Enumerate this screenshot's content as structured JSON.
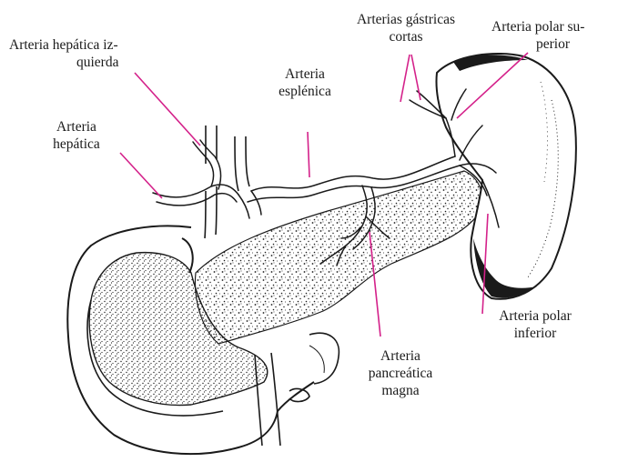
{
  "labels": {
    "arteria_hepatica_izquierda": [
      "Arteria hepática iz-",
      "quierda"
    ],
    "arteria_hepatica": [
      "Arteria",
      "hepática"
    ],
    "arteria_esplenica": [
      "Arteria",
      "esplénica"
    ],
    "arterias_gastricas_cortas": [
      "Arterias gástricas",
      "cortas"
    ],
    "arteria_polar_superior": [
      "Arteria polar su-",
      "perior"
    ],
    "arteria_polar_inferior": [
      "Arteria polar",
      "inferior"
    ],
    "arteria_pancreatica_magna": [
      "Arteria",
      "pancreática",
      "magna"
    ]
  },
  "colors": {
    "leader_line": "#d4218a",
    "ink": "#1a1a1a",
    "background": "#ffffff"
  }
}
